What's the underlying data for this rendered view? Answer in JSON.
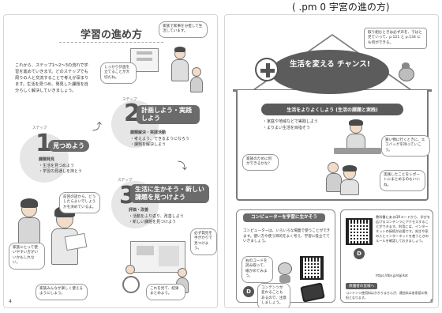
{
  "banner": {
    "text": "( .pm 0 宇宮の進の方)"
  },
  "left": {
    "title": "学習の進め方",
    "intro": "これから、ステップ1～2～3の流れで学習を進めていきます。どのステップでも周りの人と交流することで考えが深まります。生活を見つめ、発見した課題を自分らしく解決していきましょう。",
    "bubbles": {
      "teacher": "家族で家事を分担して生活しています。",
      "plan": "しっかり計画を立てることが大切だね。",
      "review": "前回の話から、どうしたらよいでしょうかを決めているよ。",
      "idea": "家族にとって使いやすい方がいいかもしれない。",
      "result": "必ず発見を手がかりで見つけよう。",
      "share": "これを見て、結果まとめよう。",
      "try": "家族みんなが楽しく使えるようにしよう。"
    },
    "steps": [
      {
        "num": "1",
        "sub": "ステップ",
        "label": "見つめよう",
        "heading": "課題発見",
        "items": [
          "・生活を見つめよう",
          "・学習の見通しを持とう"
        ]
      },
      {
        "num": "2",
        "sub": "ステップ",
        "label": "計画しよう・実践しよう",
        "heading": "課題解決・実践活動",
        "items": [
          "・考えよう、できるようになろう",
          "・課題を解決しよう"
        ]
      },
      {
        "num": "3",
        "sub": "ステップ",
        "label": "生活に生かそう・新しい課題を見つけよう",
        "heading": "評価・改善",
        "items": [
          "・活動をふり返り、改善しよう",
          "・新しい課題を見つけよう"
        ]
      }
    ],
    "page_number": "4"
  },
  "right": {
    "catch": "生活を変える チャンス!",
    "heading": "生活をよりよくしよう (生活の課題と実践)",
    "items": [
      "・家庭や地域などで実践しよう",
      "・よりよい生活を目指そう"
    ],
    "mascot_note": "取り組むときは必ず声を、ではと見ていって、p.121 と p.134 にも何ができる。",
    "bubbles": {
      "family": "家族のために何ができるかな?",
      "shop": "買い物に行くときに、エコバッグを持っていこう。",
      "result": "実践したことをレポートにまとめるのもいいね。"
    },
    "computer": {
      "heading": "コンピューターを学習に生かそう",
      "text": "コンピューターは、いろいろな場面で使うことができます。使い方や使う目的をよく考え、学習に役立てていきましょう。",
      "scan_text": "右のコードを読み取って、確かめてみよう。",
      "contents_text": "コンテンツが変わることもあるので、注意しましょう。",
      "d_label": "D"
    },
    "digital": {
      "text": "教科書にあるQRコードから、学びを広げるコンテンツにアクセスすることができます。利用には、インターネットの接続が必要です。先生や家の人とインターネットを使うときのルールを確認しておきましょう。",
      "url": "https://tbk.jp/dgi/kat",
      "notice_head": "保護者の皆様へ",
      "notice": "コンテンツ使用料はかかりませんが、通信料は各家庭の負担となります。"
    },
    "page_number": "5"
  },
  "colors": {
    "accent": "#5a5a5a",
    "skin": "#f1dcc8",
    "line": "#7a7a7a"
  }
}
